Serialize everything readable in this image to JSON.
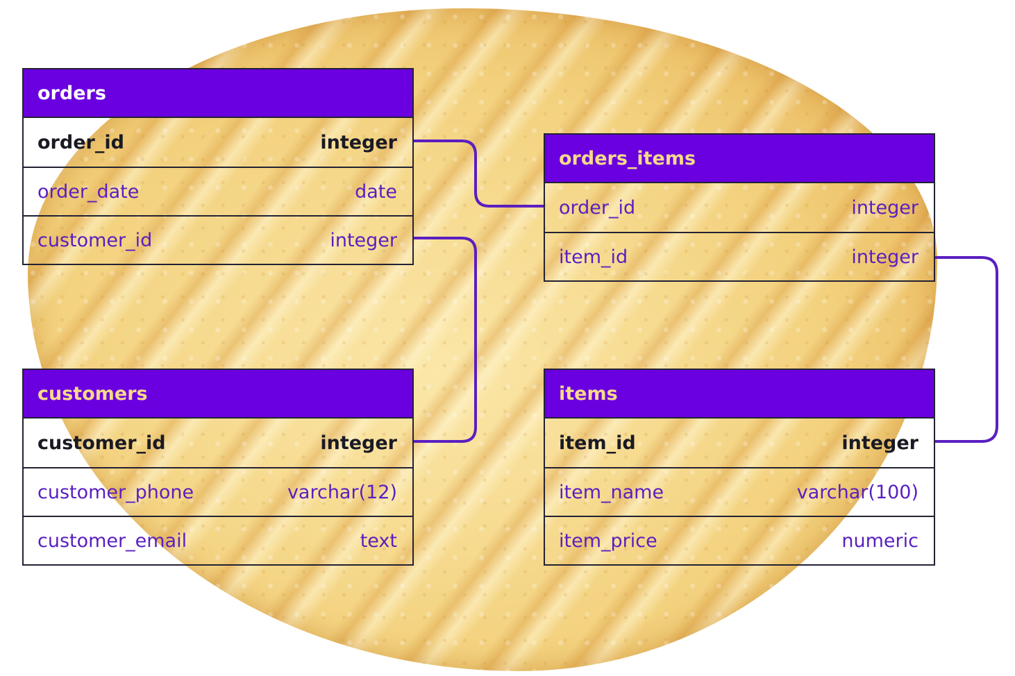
{
  "colors": {
    "header_fill": "#6a00e0",
    "link": "#5a1fc0",
    "pk_text": "#1a1a24",
    "attr_text": "#5a1fc0"
  },
  "tables": {
    "orders": {
      "title": "orders",
      "title_color": "#ffffff",
      "rows": [
        {
          "name": "order_id",
          "type": "integer",
          "key": true
        },
        {
          "name": "order_date",
          "type": "date",
          "key": false
        },
        {
          "name": "customer_id",
          "type": "integer",
          "key": false
        }
      ]
    },
    "orders_items": {
      "title": "orders_items",
      "title_color": "#f6d98a",
      "rows": [
        {
          "name": "order_id",
          "type": "integer",
          "key": false
        },
        {
          "name": "item_id",
          "type": "integer",
          "key": false
        }
      ]
    },
    "customers": {
      "title": "customers",
      "title_color": "#f6d98a",
      "rows": [
        {
          "name": "customer_id",
          "type": "integer",
          "key": true
        },
        {
          "name": "customer_phone",
          "type": "varchar(12)",
          "key": false
        },
        {
          "name": "customer_email",
          "type": "text",
          "key": false
        }
      ]
    },
    "items": {
      "title": "items",
      "title_color": "#f6d98a",
      "rows": [
        {
          "name": "item_id",
          "type": "integer",
          "key": true
        },
        {
          "name": "item_name",
          "type": "varchar(100)",
          "key": false
        },
        {
          "name": "item_price",
          "type": "numeric",
          "key": false
        }
      ]
    }
  },
  "relationships": [
    {
      "from": "orders.order_id",
      "to": "orders_items.order_id"
    },
    {
      "from": "orders.customer_id",
      "to": "customers.customer_id"
    },
    {
      "from": "orders_items.item_id",
      "to": "items.item_id"
    }
  ]
}
